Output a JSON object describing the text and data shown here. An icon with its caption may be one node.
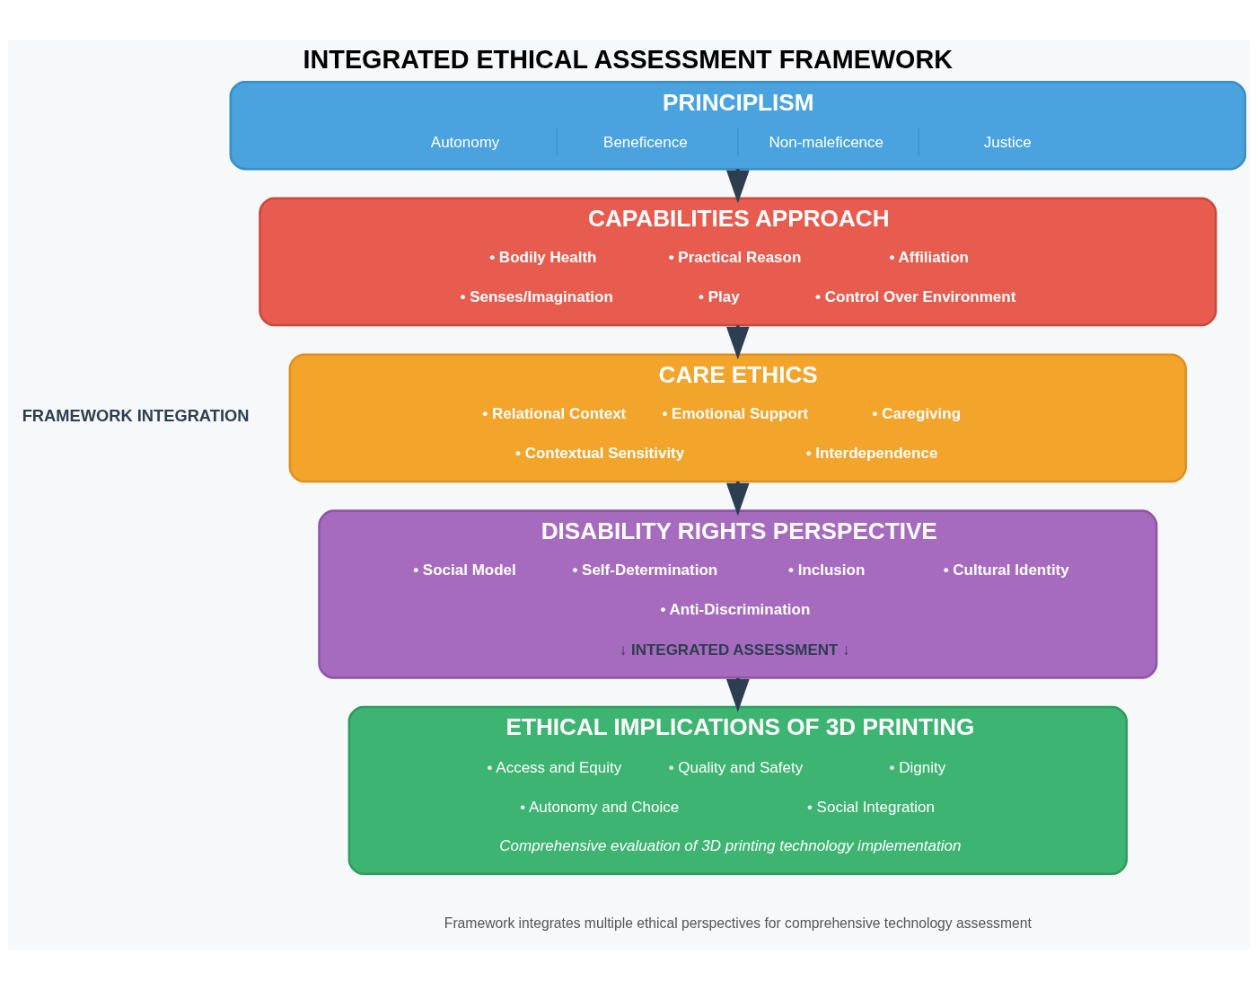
{
  "diagram": {
    "title": "INTEGRATED ETHICAL ASSESSMENT FRAMEWORK",
    "caption": "Framework integrates multiple ethical perspectives for comprehensive technology assessment",
    "nodes": [
      {
        "text": [
          "PRINCIPLISM",
          "Autonomy",
          "Beneficence",
          "Non-maleficence",
          "Justice"
        ]
      },
      {
        "text": [
          "CAPABILITIES APPROACH",
          "• Bodily Health",
          "• Practical Reason",
          "• Affiliation",
          "• Senses/Imagination",
          "• Play",
          "• Control Over Environment"
        ]
      },
      {
        "text": [
          "CARE ETHICS",
          "• Relational Context",
          "• Emotional Support",
          "• Caregiving",
          "• Contextual Sensitivity",
          "• Interdependence"
        ]
      },
      {
        "text": [
          "DISABILITY RIGHTS PERSPECTIVE",
          "• Social Model",
          "• Self-Determination",
          "• Inclusion",
          "• Cultural Identity",
          "• Anti-Discrimination",
          "↓ INTEGRATED ASSESSMENT ↓"
        ]
      },
      {
        "text": [
          "ETHICAL IMPLICATIONS OF 3D PRINTING",
          "• Access and Equity",
          "• Quality and Safety",
          "• Dignity",
          "• Autonomy and Choice",
          "• Social Integration",
          "Comprehensive evaluation of 3D printing technology implementation"
        ]
      }
    ],
    "edges": [
      {
        "from": 0,
        "to": 1,
        "arrow": "to"
      },
      {
        "from": 1,
        "to": 2,
        "arrow": "to"
      },
      {
        "from": 2,
        "to": 3,
        "arrow": "to"
      },
      {
        "from": 3,
        "to": 4,
        "arrow": "to"
      }
    ],
    "labels": [
      "FRAMEWORK INTEGRATION"
    ]
  }
}
